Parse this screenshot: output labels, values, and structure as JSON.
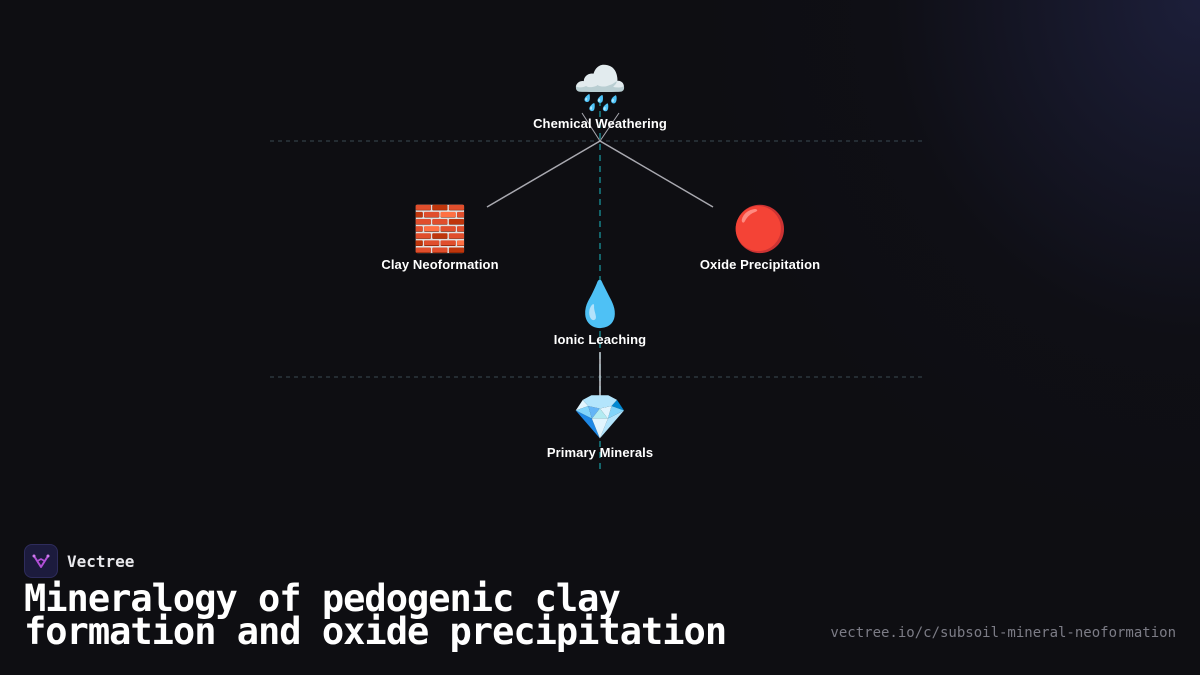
{
  "diagram": {
    "nodes": [
      {
        "id": "chemical-weathering",
        "icon": "🌧️",
        "icon_name": "rain-cloud-icon",
        "label": "Chemical Weathering"
      },
      {
        "id": "clay-neoformation",
        "icon": "🧱",
        "icon_name": "brick-icon",
        "label": "Clay Neoformation"
      },
      {
        "id": "oxide-precipitation",
        "icon": "🔴",
        "icon_name": "red-circle-icon",
        "label": "Oxide Precipitation"
      },
      {
        "id": "ionic-leaching",
        "icon": "💧",
        "icon_name": "droplet-icon",
        "label": "Ionic Leaching"
      },
      {
        "id": "primary-minerals",
        "icon": "💎",
        "icon_name": "gem-icon",
        "label": "Primary Minerals"
      }
    ],
    "edges": [
      {
        "from": "chemical-weathering",
        "to": "clay-neoformation"
      },
      {
        "from": "chemical-weathering",
        "to": "oxide-precipitation"
      },
      {
        "from": "ionic-leaching",
        "to": "primary-minerals"
      }
    ],
    "colors": {
      "edge": "#a9a9b0",
      "axis": "#1aa7b0",
      "layer_line": "#3a4a52"
    }
  },
  "brand": {
    "name": "Vectree",
    "logo_icon": "vectree-logo-icon",
    "logo_color": "#b04fd6"
  },
  "title": "Mineralogy of pedogenic clay formation and oxide precipitation",
  "url": "vectree.io/c/subsoil-mineral-neoformation"
}
